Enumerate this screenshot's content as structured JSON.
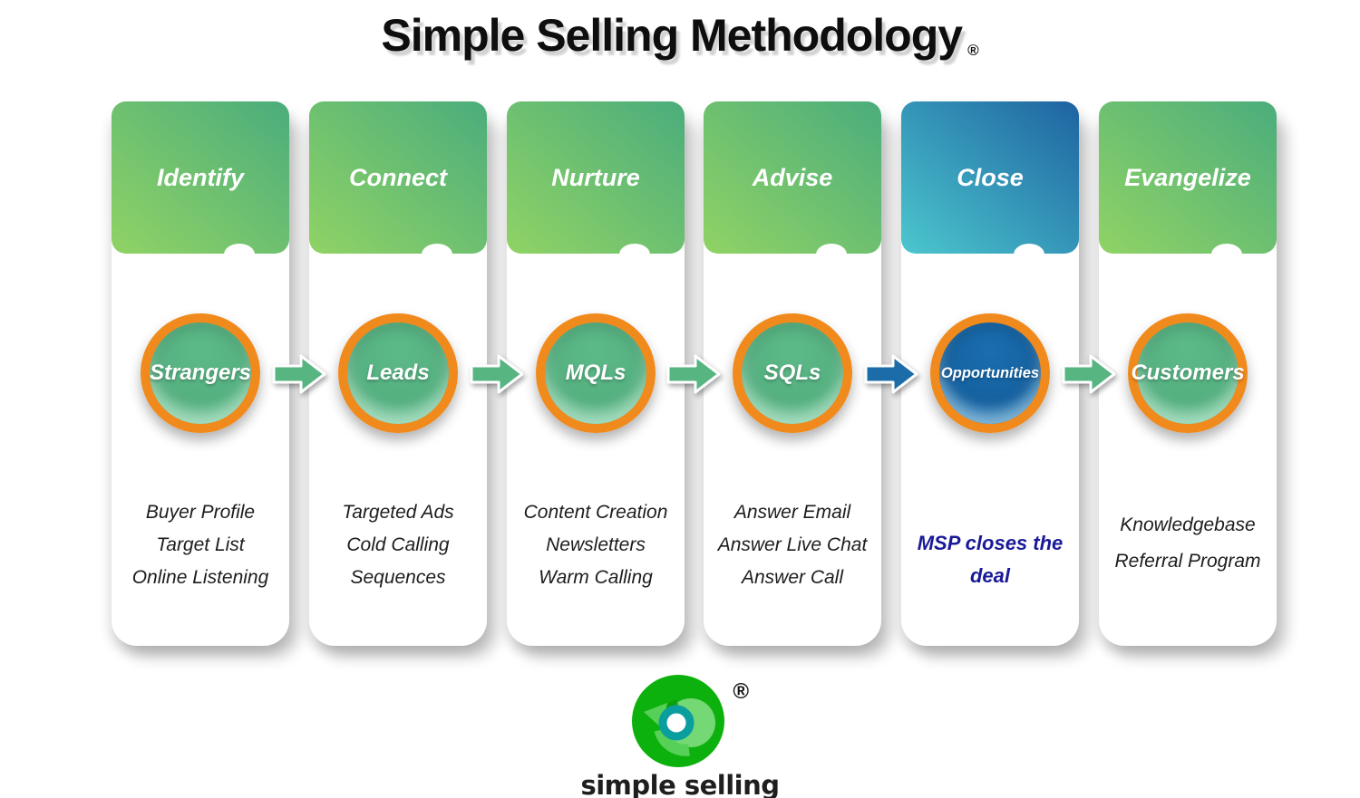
{
  "title": {
    "text": "Simple Selling Methodology",
    "trademark": "®"
  },
  "stages": [
    {
      "title": "Identify",
      "circle_label": "Strangers",
      "items": [
        "Buyer Profile",
        "Target List",
        "Online Listening"
      ],
      "header_color": "green",
      "circle_color": "green"
    },
    {
      "title": "Connect",
      "circle_label": "Leads",
      "items": [
        "Targeted Ads",
        "Cold Calling",
        "Sequences"
      ],
      "header_color": "green",
      "circle_color": "green"
    },
    {
      "title": "Nurture",
      "circle_label": "MQLs",
      "items": [
        "Content Creation",
        "Newsletters",
        "Warm Calling"
      ],
      "header_color": "green",
      "circle_color": "green"
    },
    {
      "title": "Advise",
      "circle_label": "SQLs",
      "items": [
        "Answer Email",
        "Answer Live Chat",
        "Answer Call"
      ],
      "header_color": "green",
      "circle_color": "green"
    },
    {
      "title": "Close",
      "circle_label": "Opportunities",
      "items": [
        "MSP closes the deal"
      ],
      "header_color": "blue",
      "circle_color": "blue"
    },
    {
      "title": "Evangelize",
      "circle_label": "Customers",
      "items": [
        "Knowledgebase",
        "Referral Program"
      ],
      "header_color": "green",
      "circle_color": "green"
    }
  ],
  "arrows": [
    {
      "from": "Strangers",
      "to": "Leads",
      "color": "#57b581"
    },
    {
      "from": "Leads",
      "to": "MQLs",
      "color": "#57b581"
    },
    {
      "from": "MQLs",
      "to": "SQLs",
      "color": "#57b581"
    },
    {
      "from": "SQLs",
      "to": "Opportunities",
      "color": "#1b6ca8"
    },
    {
      "from": "Opportunities",
      "to": "Customers",
      "color": "#57b581"
    }
  ],
  "logo": {
    "wordmark": "simple selling",
    "trademark": "®"
  },
  "theme": {
    "header_green_light": "#90d365",
    "header_green_dark": "#4bad7c",
    "header_blue_light": "#4cc7ce",
    "header_blue_dark": "#1e63a1",
    "ring_orange": "#f08a1d",
    "circle_green": "#57b383",
    "circle_green_highlight": "#84d7ab",
    "circle_blue": "#15619f",
    "circle_blue_highlight": "#4aa6d6",
    "close_text_blue": "#1a1a99",
    "logo_green": "#0db10d",
    "logo_light_green": "#74d874",
    "logo_teal": "#0b9e9e",
    "text_dark": "#1d1d1d",
    "background": "#ffffff"
  }
}
